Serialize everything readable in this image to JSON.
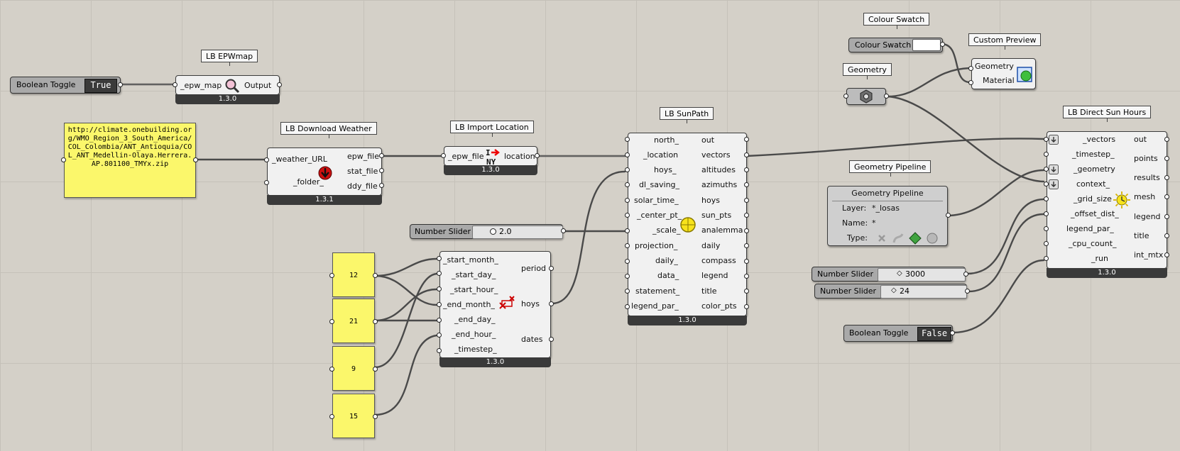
{
  "boolean_toggle_1": {
    "label": "Boolean Toggle",
    "value": "True"
  },
  "boolean_toggle_2": {
    "label": "Boolean Toggle",
    "value": "False"
  },
  "epwmap": {
    "title": "LB EPWmap",
    "input": "_epw_map",
    "output": "Output",
    "version": "1.3.0"
  },
  "url_panel": {
    "text": "http://climate.onebuilding.org/WMO_Region_3_South_America/COL_Colombia/ANT_Antioquia/COL_ANT_Medellin-Olaya.Herrera.AP.801100_TMYx.zip"
  },
  "download": {
    "title": "LB Download Weather",
    "inputs": [
      "_weather_URL",
      "_folder_"
    ],
    "outputs": [
      "epw_file",
      "stat_file",
      "ddy_file"
    ],
    "version": "1.3.1"
  },
  "import_location": {
    "title": "LB Import Location",
    "input": "_epw_file",
    "output": "location",
    "version": "1.3.0"
  },
  "slider_scale": {
    "label": "Number Slider",
    "value": "2.0"
  },
  "panels_small": [
    "12",
    "21",
    "9",
    "15"
  ],
  "period": {
    "inputs": [
      "_start_month_",
      "_start_day_",
      "_start_hour_",
      "_end_month_",
      "_end_day_",
      "_end_hour_",
      "_timestep_"
    ],
    "outputs": [
      "period",
      "hoys",
      "dates"
    ],
    "version": "1.3.0"
  },
  "sunpath": {
    "title": "LB SunPath",
    "inputs": [
      "north_",
      "_location",
      "hoys_",
      "dl_saving_",
      "solar_time_",
      "_center_pt_",
      "_scale_",
      "projection_",
      "daily_",
      "data_",
      "statement_",
      "legend_par_"
    ],
    "outputs": [
      "out",
      "vectors",
      "altitudes",
      "azimuths",
      "hoys",
      "sun_pts",
      "analemma",
      "daily",
      "compass",
      "legend",
      "title",
      "color_pts"
    ],
    "version": "1.3.0"
  },
  "colour_swatch": {
    "title": "Colour Swatch",
    "label": "Colour Swatch"
  },
  "custom_preview": {
    "title": "Custom Preview",
    "inputs": [
      "Geometry",
      "Material"
    ]
  },
  "geometry": {
    "title": "Geometry"
  },
  "geometry_pipeline": {
    "title": "Geometry Pipeline",
    "header": "Geometry Pipeline",
    "layer_label": "Layer:",
    "layer_value": "*_losas",
    "name_label": "Name:",
    "name_value": "*",
    "type_label": "Type:"
  },
  "slider_grid": {
    "label": "Number Slider",
    "value": "3000"
  },
  "slider_offset": {
    "label": "Number Slider",
    "value": "24"
  },
  "direct_sun": {
    "title": "LB Direct Sun Hours",
    "inputs": [
      "_vectors",
      "_timestep_",
      "_geometry",
      "context_",
      "_grid_size",
      "_offset_dist_",
      "legend_par_",
      "_cpu_count_",
      "_run"
    ],
    "outputs": [
      "out",
      "points",
      "results",
      "mesh",
      "legend",
      "title",
      "int_mtx"
    ],
    "version": "1.3.0"
  },
  "colors": {
    "canvas": "#d4d0c8",
    "panel_yellow": "#fbf76b",
    "component": "#f1f1f1",
    "wire": "#555555",
    "version_bar": "#3a3a3a"
  }
}
